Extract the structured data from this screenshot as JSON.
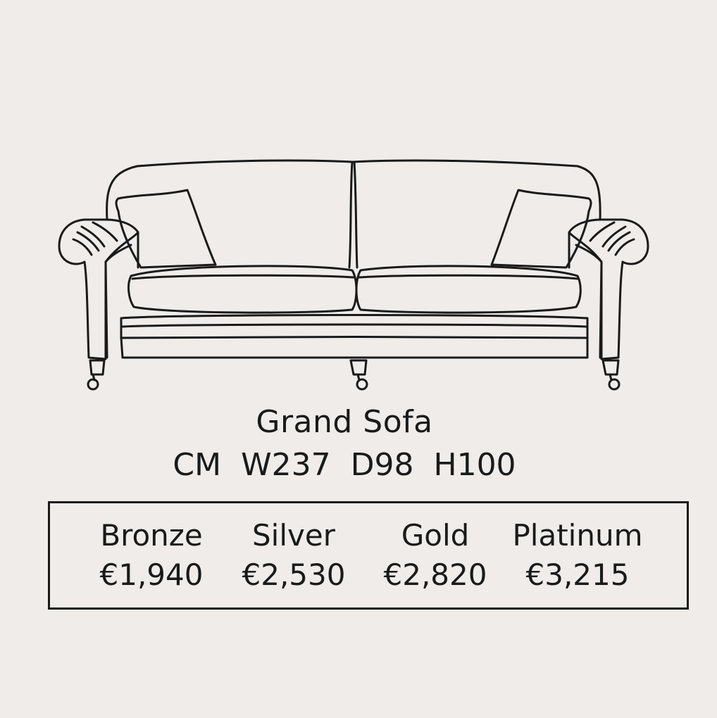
{
  "product": {
    "name": "Grand Sofa",
    "unit": "CM",
    "width": "W237",
    "depth": "D98",
    "height": "H100"
  },
  "pricing": {
    "tiers": [
      {
        "name": "Bronze",
        "price": "€1,940"
      },
      {
        "name": "Silver",
        "price": "€2,530"
      },
      {
        "name": "Gold",
        "price": "€2,820"
      },
      {
        "name": "Platinum",
        "price": "€3,215"
      }
    ]
  },
  "colors": {
    "background": "#efece9",
    "ink": "#1a1a1a"
  },
  "illustration": {
    "icon": "sofa-line-drawing-icon"
  }
}
